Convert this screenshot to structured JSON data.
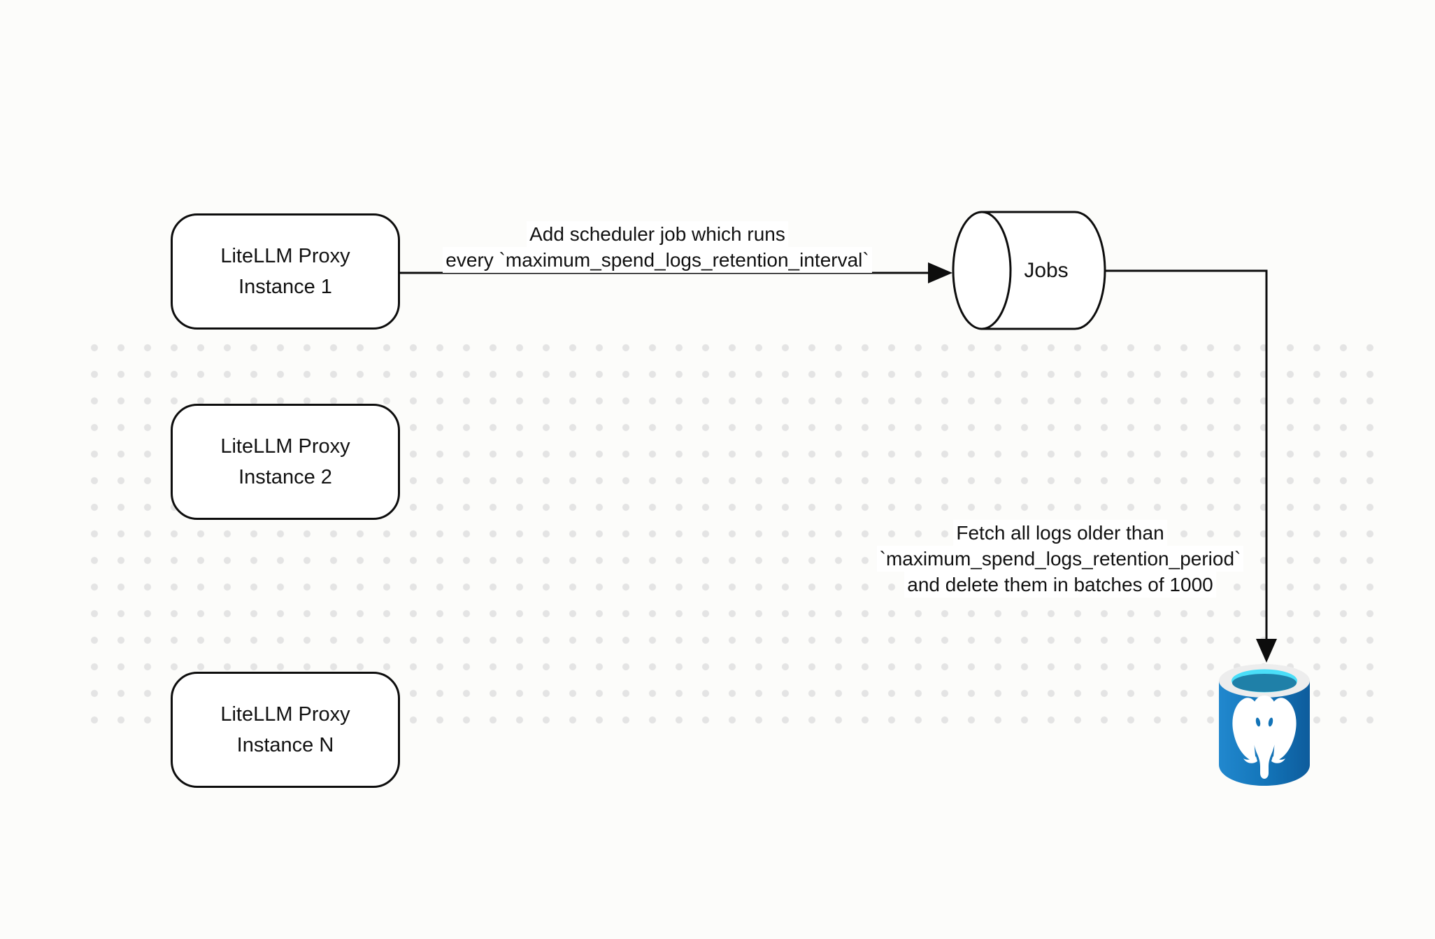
{
  "diagram": {
    "nodes": {
      "proxy_instances": [
        {
          "lines": [
            "LiteLLM Proxy",
            "Instance 1"
          ]
        },
        {
          "lines": [
            "LiteLLM Proxy",
            "Instance 2"
          ]
        },
        {
          "lines": [
            "LiteLLM Proxy",
            "Instance N"
          ]
        }
      ],
      "jobs_queue": {
        "label": "Jobs"
      },
      "database": {
        "icon": "postgresql-icon"
      }
    },
    "edges": [
      {
        "id": "add-scheduler-job",
        "lines": [
          "Add scheduler job which runs",
          "every `maximum_spend_logs_retention_interval`"
        ]
      },
      {
        "id": "fetch-and-delete-logs",
        "lines": [
          "Fetch all logs older than",
          "`maximum_spend_logs_retention_period`",
          "and delete them in batches of 1000"
        ]
      }
    ],
    "colors": {
      "stroke": "#0d0d0d",
      "canvas_background": "#fcfcfa",
      "dot_grid": "#e4e4e4",
      "postgres_body_blue": "#1273b7",
      "postgres_body_light": "#2188ce",
      "postgres_body_dark": "#0e5c9c",
      "postgres_rim": "#ededed",
      "postgres_cyan": "#4adef8",
      "postgres_pool": "#1f80a8",
      "elephant_white": "#ffffff"
    }
  }
}
